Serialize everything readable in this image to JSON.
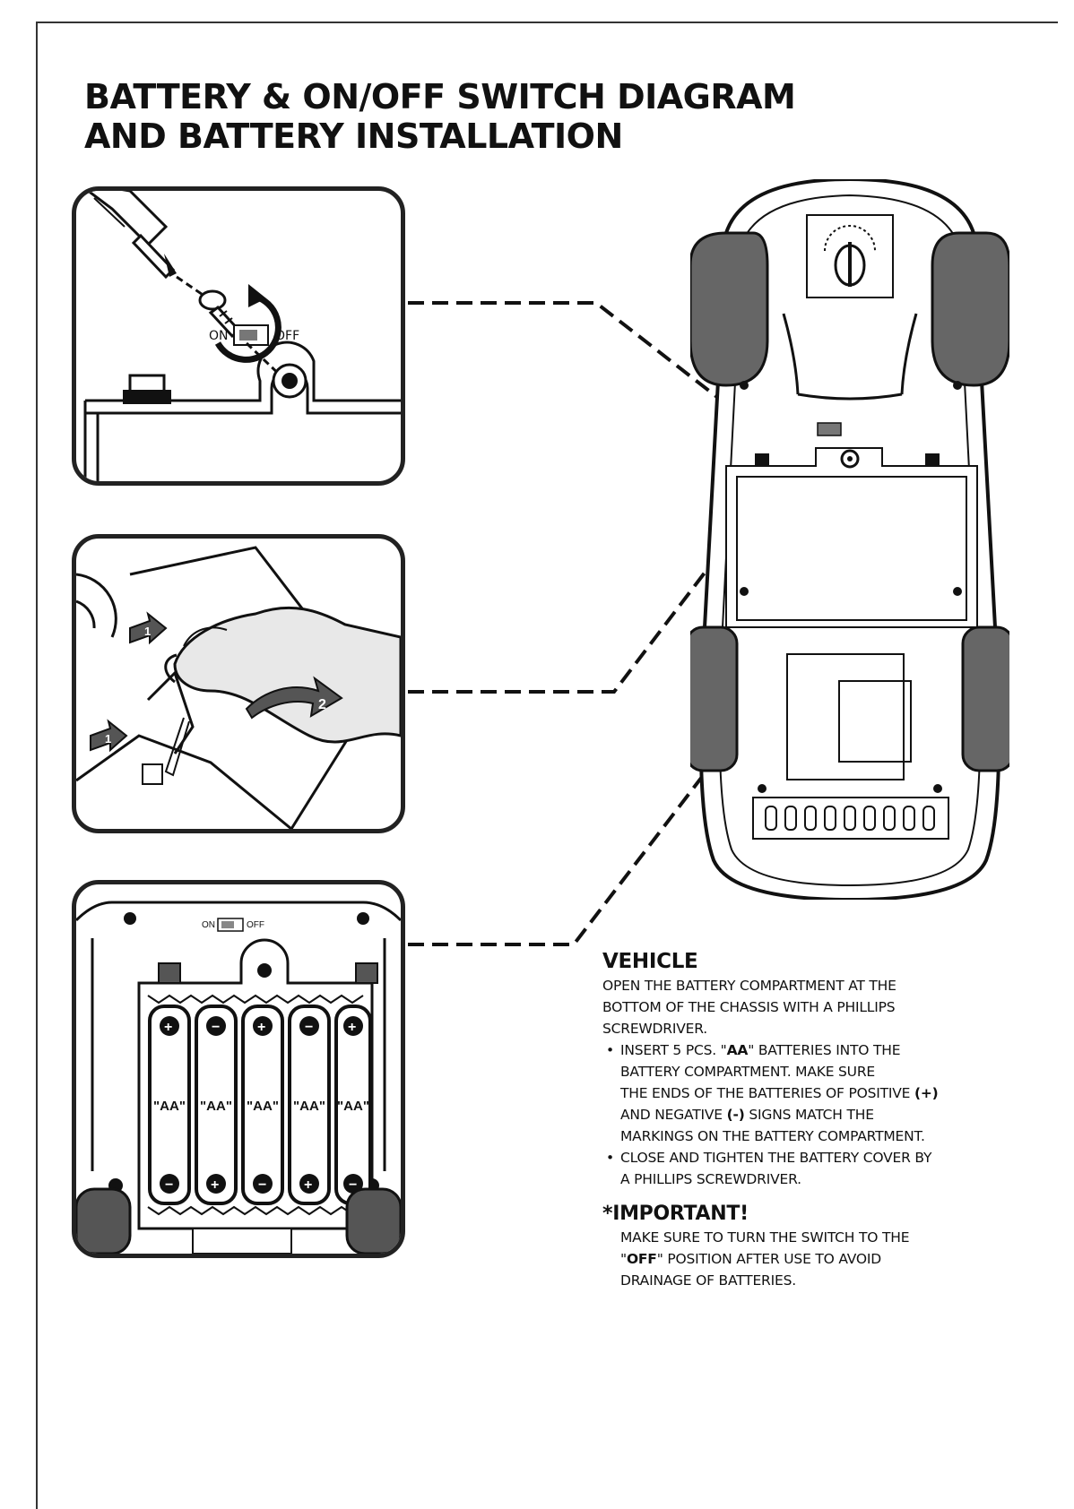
{
  "title": {
    "line1": "BATTERY & ON/OFF SWITCH DIAGRAM",
    "line2": "AND BATTERY INSTALLATION"
  },
  "switch": {
    "on": "ON",
    "off": "OFF"
  },
  "battery": {
    "label": "\"AA\""
  },
  "step_numbers": {
    "one": "1",
    "two": "2"
  },
  "vehicle_section": {
    "heading": "VEHICLE",
    "intro": [
      "OPEN THE BATTERY COMPARTMENT AT THE",
      "BOTTOM OF THE CHASSIS WITH A PHILLIPS",
      "SCREWDRIVER."
    ],
    "bullet1": {
      "line1_pre": "INSERT 5 PCS. \"",
      "line1_bold": "AA",
      "line1_post": "\" BATTERIES INTO THE",
      "line2": "BATTERY COMPARTMENT. MAKE SURE",
      "line3_pre": "THE ENDS OF THE BATTERIES OF POSITIVE ",
      "line3_bold": "(+)",
      "line4_pre": "AND NEGATIVE ",
      "line4_bold": "(-)",
      "line4_post": " SIGNS MATCH THE",
      "line5": "MARKINGS ON THE BATTERY COMPARTMENT."
    },
    "bullet2": [
      "CLOSE AND TIGHTEN THE BATTERY COVER BY",
      "A PHILLIPS SCREWDRIVER."
    ],
    "important_heading": "*IMPORTANT!",
    "important": {
      "line1": "MAKE SURE TO TURN THE SWITCH TO THE",
      "line2_pre": "\"",
      "line2_bold": "OFF",
      "line2_post": "\" POSITION AFTER USE TO AVOID",
      "line3": "DRAINAGE  OF BATTERIES."
    }
  }
}
